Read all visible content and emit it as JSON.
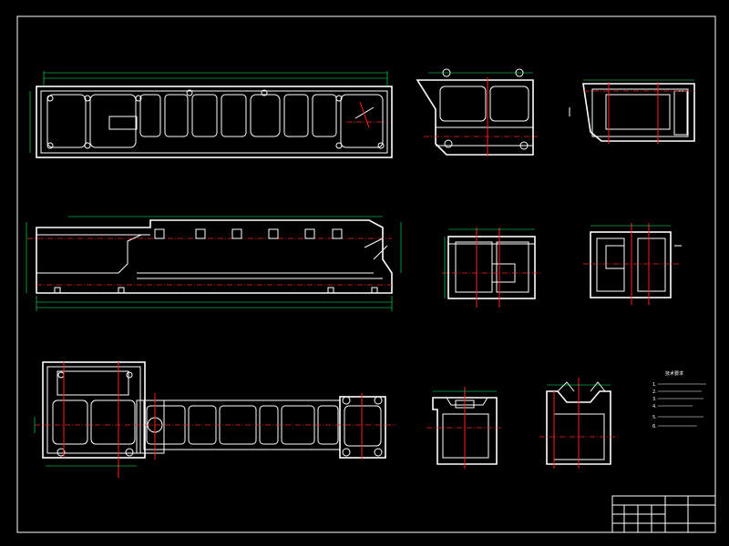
{
  "drawing": {
    "sheet": "cad-engineering-drawing",
    "background": "#000000",
    "colors": {
      "outline": "#ffffff",
      "centerline": "#ff2020",
      "dimension": "#00ff66",
      "hidden": "#00e5ff"
    },
    "views": [
      "top-view",
      "front-view",
      "plan-view",
      "section-a",
      "section-b",
      "section-c",
      "section-d",
      "section-e",
      "section-f"
    ],
    "notes_title": "技术要求",
    "notes": [
      "1.",
      "2.",
      "3.",
      "4.",
      "5.",
      "6."
    ],
    "title_block": {
      "drawing_name": "",
      "company": ""
    }
  }
}
